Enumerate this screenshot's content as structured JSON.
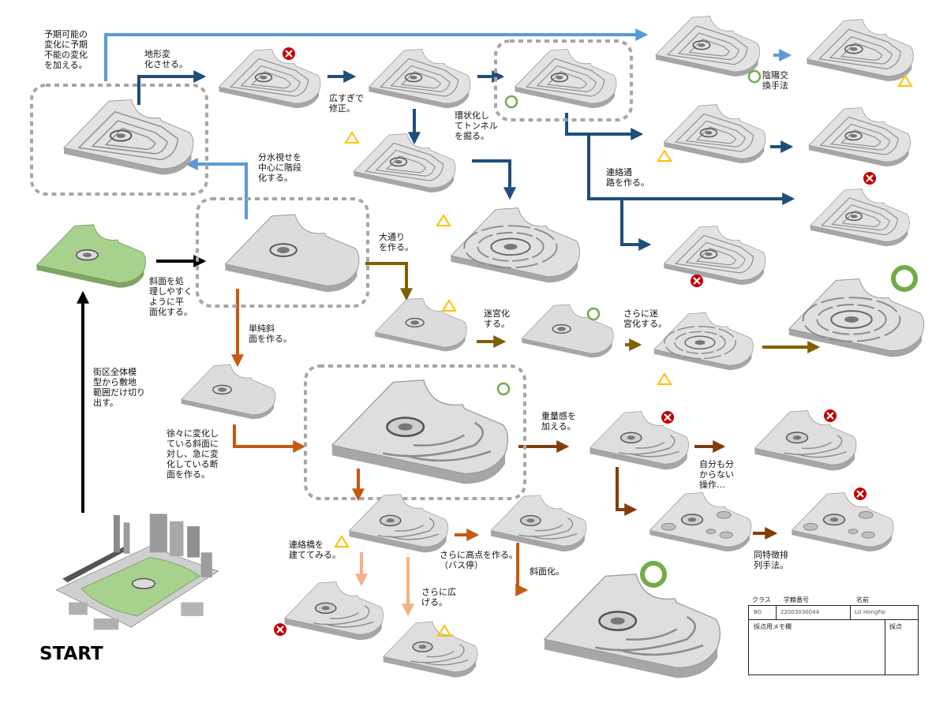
{
  "labels": {
    "unpredictable": "予期可能の\n変化に予期\n不能の変化\nを加える。",
    "terrain": "地形変\n化させる。",
    "too_wide": "広すぎで\n修正。",
    "ring_tunnel": "環状化し\nてトンネル\nを掘る。",
    "yinyang": "陰陽交\n換手法",
    "connect": "連絡通\n路を作る。",
    "watershed": "分水視せを\n中心に階段\n化する。",
    "flatten": "斜面を処\n理しやすく\nように平\n面化する。",
    "avenue": "大通り\nを作る。",
    "maze": "迷宮化\nする。",
    "maze_more": "さらに迷\n宮化する。",
    "simple_slope": "単純斜\n面を作る。",
    "extract": "街区全体模\n型から敷地\n範囲だけ切り\n出す。",
    "gradual": "徐々に変化し\nている斜面に\n対し、急に変\n化している断\n面を作る。",
    "weight": "重量感を\n加える。",
    "unknown": "自分も分\nからない\n操作…",
    "bridge": "連絡橋を\n建ててみる。",
    "high_point": "さらに高点を作る。\n（バス停）",
    "slope_up": "斜面化。",
    "widen": "さらに広\nげる。",
    "same_feature": "同特徴排\n列手法。",
    "start": "START"
  },
  "sheet": {
    "class_label": "クラス",
    "id_label": "学籍番号",
    "name_label": "名前",
    "class_value": "BG",
    "id_value": "22003030044",
    "name_value": "LU  HongFai",
    "memo_label": "採点用メモ欄",
    "score_label": "採点"
  },
  "colors": {
    "light_blue": "#5b9bd5",
    "navy": "#1f4e79",
    "olive": "#7f6000",
    "orange": "#c55a11",
    "brown": "#843c0c",
    "salmon": "#f4b183",
    "black": "#000000",
    "good": "#70ad47",
    "ok": "#ffc000",
    "bad": "#c00000",
    "green_site": "#a9d18e"
  },
  "nodes": [
    {
      "id": "n-green-site",
      "variant": "green",
      "mark": "none"
    },
    {
      "id": "n-flat-base",
      "variant": "plain",
      "mark": "none"
    },
    {
      "id": "n-terraced-top",
      "variant": "terrace",
      "mark": "none"
    },
    {
      "id": "n-terrain-1",
      "variant": "terrace",
      "mark": "bad"
    },
    {
      "id": "n-corrected",
      "variant": "terrace",
      "mark": "none"
    },
    {
      "id": "n-ring",
      "variant": "terrace",
      "mark": "good"
    },
    {
      "id": "n-below-corrected",
      "variant": "terrace",
      "mark": "ok"
    },
    {
      "id": "n-big-terrace",
      "variant": "rings",
      "mark": "ok"
    },
    {
      "id": "n-unpredict-1",
      "variant": "terrace",
      "mark": "good"
    },
    {
      "id": "n-unpredict-2",
      "variant": "terrace",
      "mark": "ok"
    },
    {
      "id": "n-ring-right-1",
      "variant": "terrace",
      "mark": "ok"
    },
    {
      "id": "n-ring-right-2",
      "variant": "terrace",
      "mark": "none"
    },
    {
      "id": "n-connect-1",
      "variant": "terrace",
      "mark": "bad"
    },
    {
      "id": "n-connect-2",
      "variant": "terrace",
      "mark": "bad"
    },
    {
      "id": "n-avenue",
      "variant": "plain",
      "mark": "ok"
    },
    {
      "id": "n-maze-1",
      "variant": "plain",
      "mark": "good"
    },
    {
      "id": "n-maze-2",
      "variant": "rings",
      "mark": "ok"
    },
    {
      "id": "n-maze-final",
      "variant": "rings",
      "mark": "good-big"
    },
    {
      "id": "n-simple-slope",
      "variant": "plain",
      "mark": "none"
    },
    {
      "id": "n-section",
      "variant": "arcs",
      "mark": "good"
    },
    {
      "id": "n-weight-1",
      "variant": "arcs",
      "mark": "bad"
    },
    {
      "id": "n-weight-2",
      "variant": "arcs",
      "mark": "bad"
    },
    {
      "id": "n-unknown-1",
      "variant": "holes",
      "mark": "none"
    },
    {
      "id": "n-unknown-2",
      "variant": "holes",
      "mark": "bad"
    },
    {
      "id": "n-bridge",
      "variant": "arcs",
      "mark": "ok"
    },
    {
      "id": "n-highpoint",
      "variant": "arcs",
      "mark": "none"
    },
    {
      "id": "n-bridge-bad",
      "variant": "arcs",
      "mark": "bad"
    },
    {
      "id": "n-widen",
      "variant": "arcs",
      "mark": "ok"
    },
    {
      "id": "n-slope-final",
      "variant": "arcs",
      "mark": "good-big"
    },
    {
      "id": "n-city",
      "variant": "city",
      "mark": "none"
    }
  ]
}
